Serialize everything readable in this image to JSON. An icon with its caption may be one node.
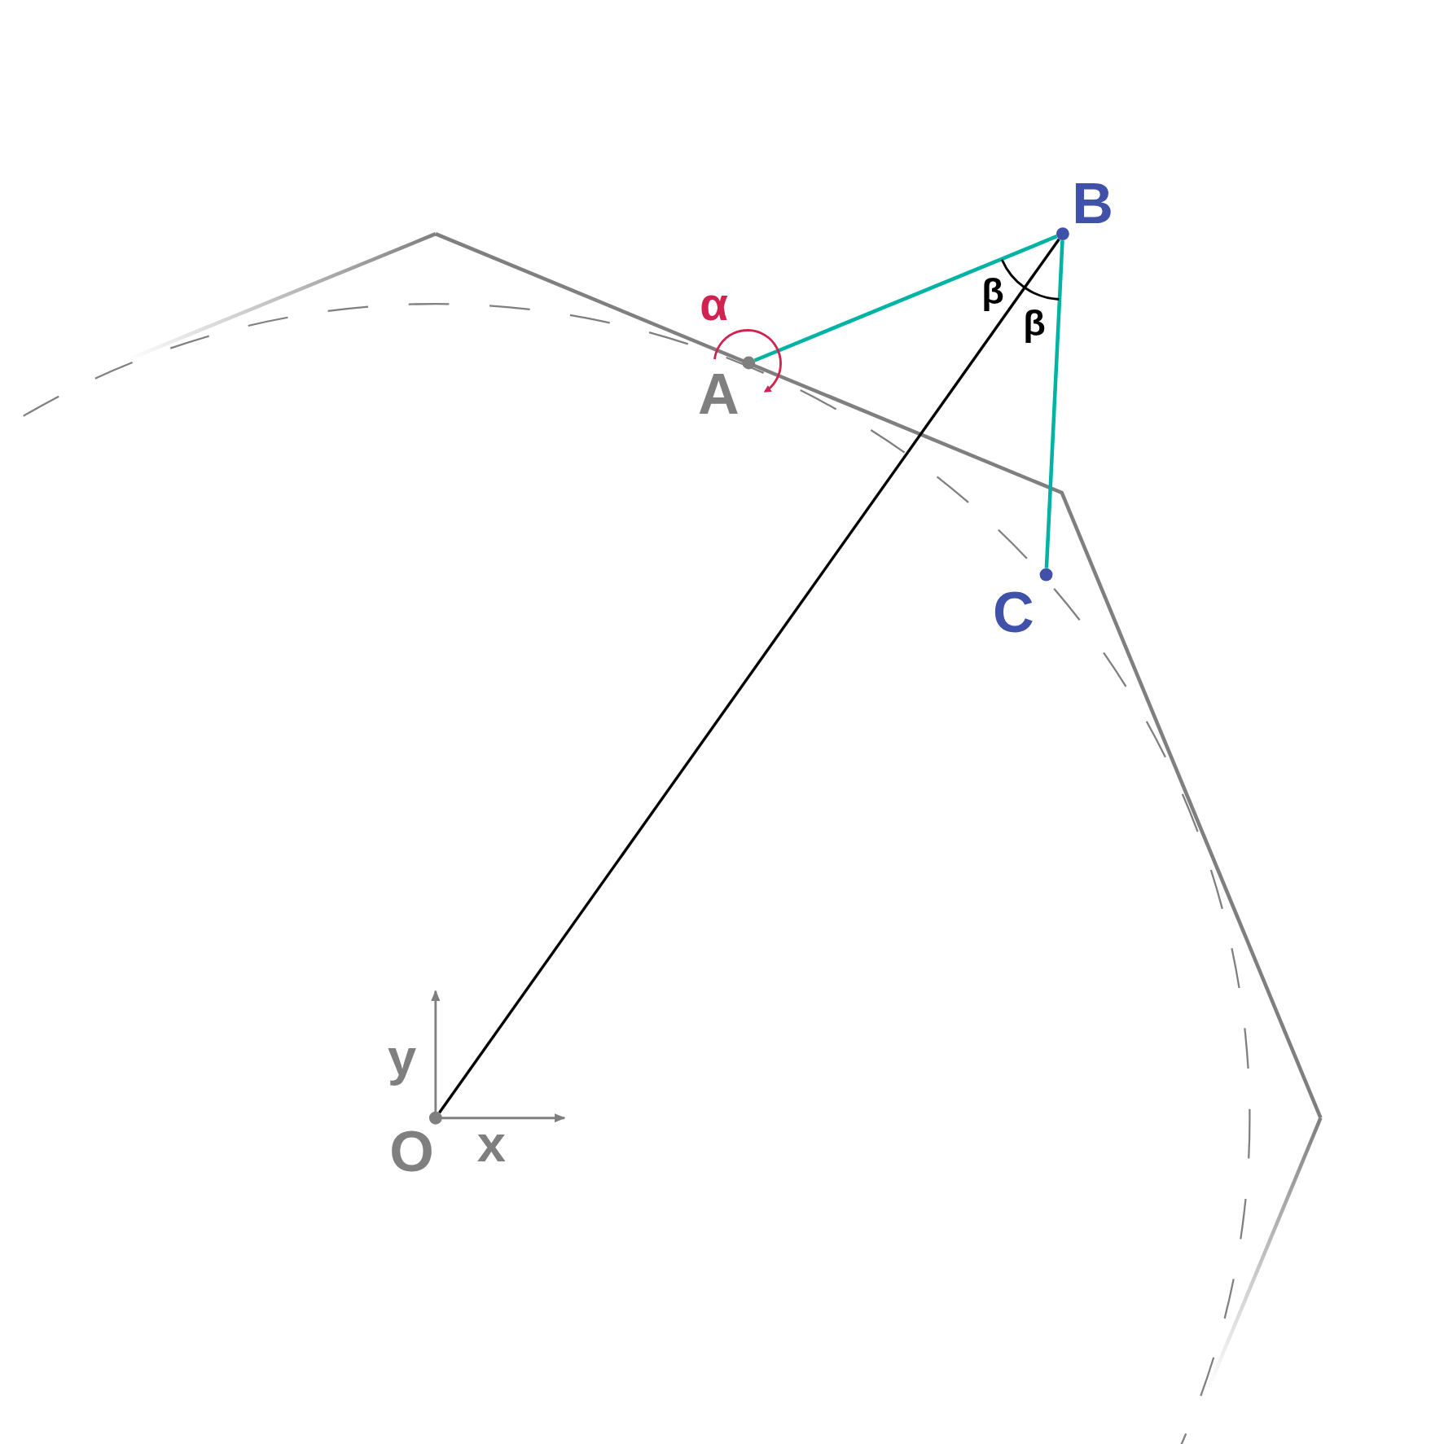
{
  "diagram": {
    "nodes": [
      {
        "text": [
          "B"
        ]
      },
      {
        "text": [
          "A"
        ]
      },
      {
        "text": [
          "C"
        ]
      },
      {
        "text": [
          "O"
        ]
      }
    ],
    "edges": [
      {
        "from": 1,
        "to": 0,
        "arrow": "none"
      },
      {
        "from": 0,
        "to": 2,
        "arrow": "none"
      },
      {
        "from": 3,
        "to": 0,
        "arrow": "none",
        "color": "#000000"
      }
    ],
    "labels": [
      "α",
      "β",
      "β",
      "y",
      "x"
    ]
  }
}
